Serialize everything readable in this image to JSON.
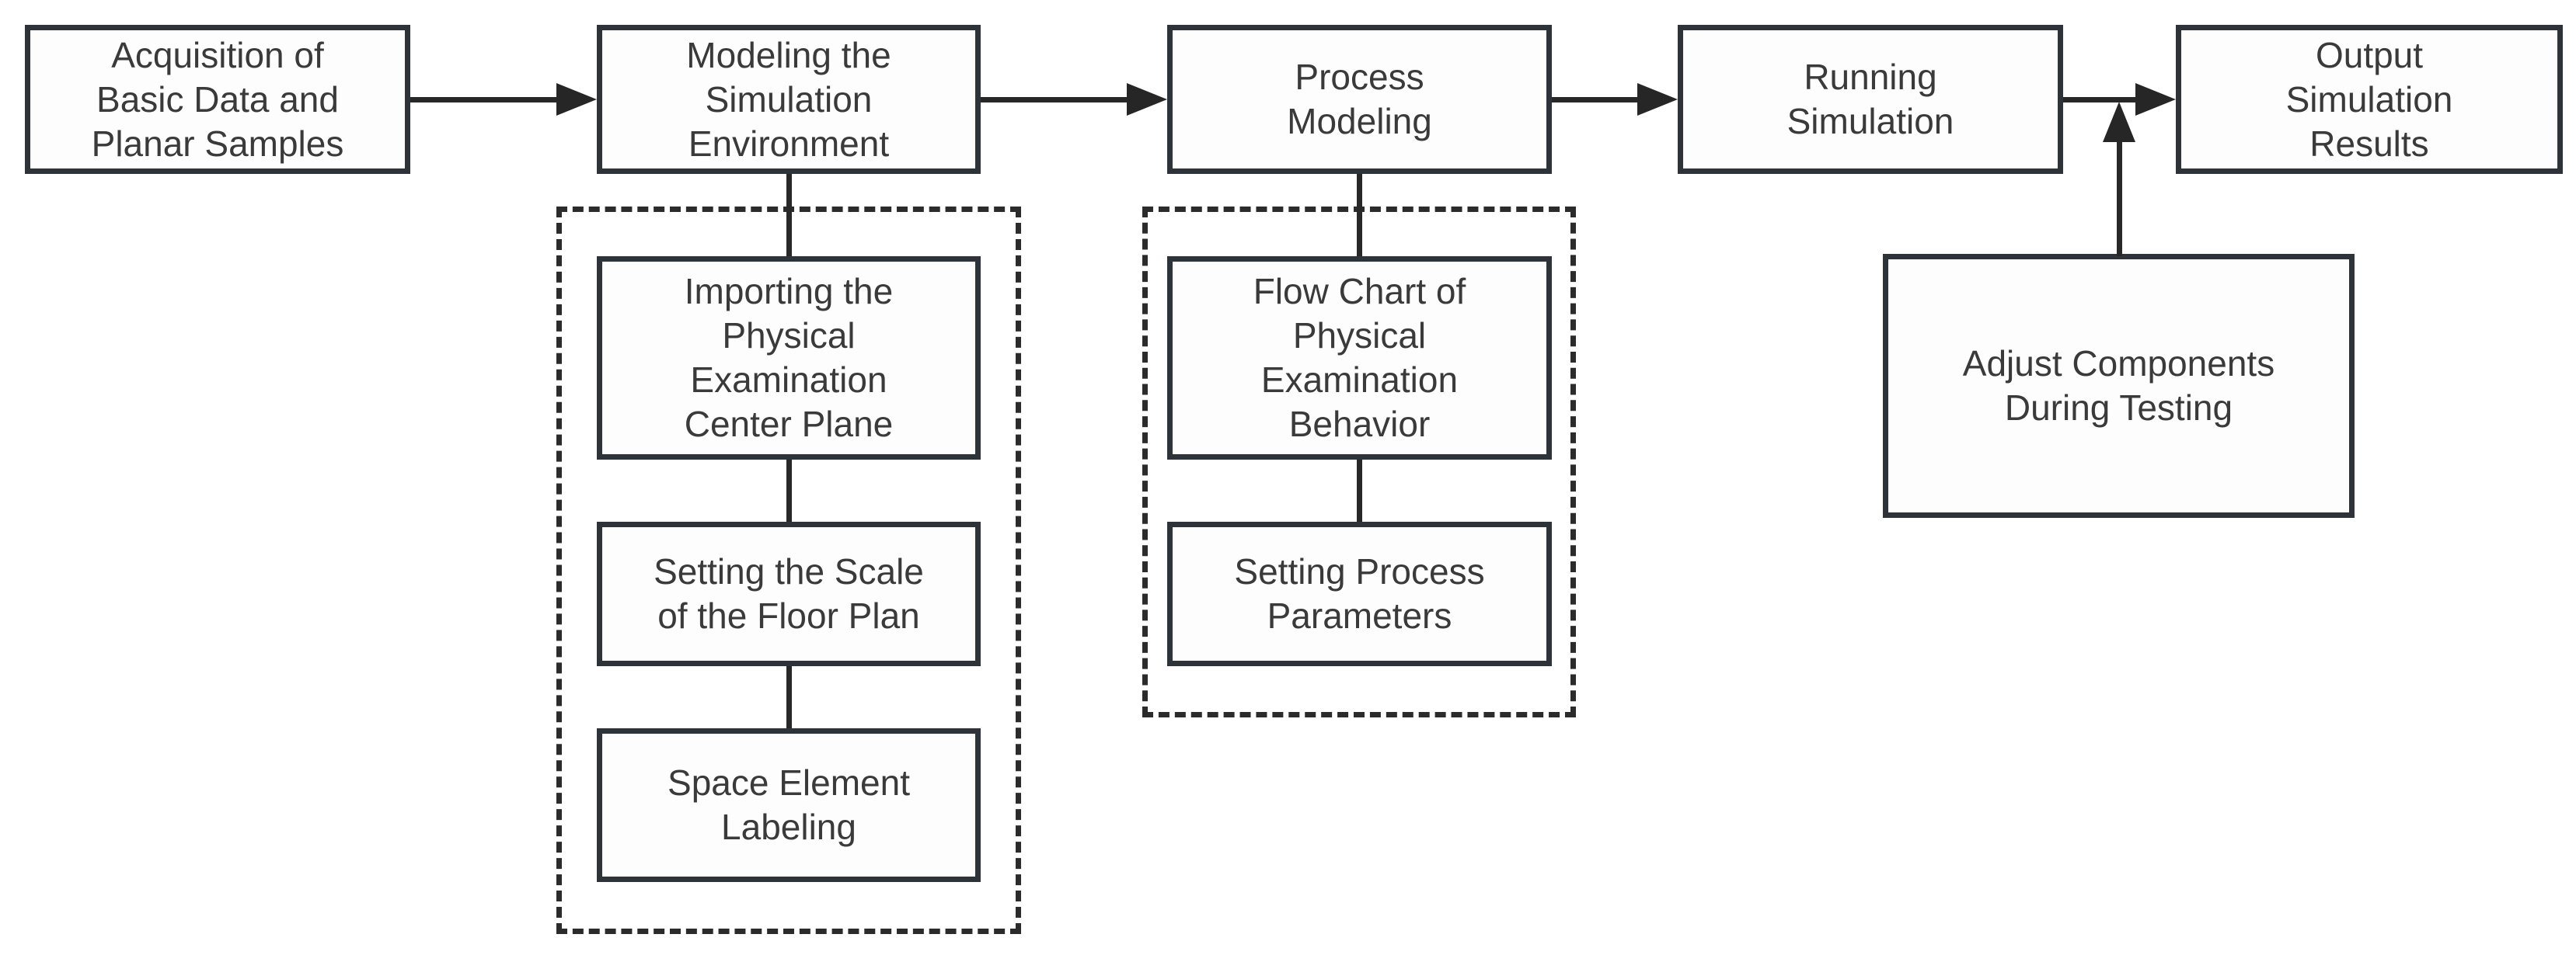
{
  "diagram": {
    "main_flow": [
      {
        "label": "Acquisition of\nBasic Data and\nPlanar Samples"
      },
      {
        "label": "Modeling the\nSimulation\nEnvironment"
      },
      {
        "label": "Process\nModeling"
      },
      {
        "label": "Running\nSimulation"
      },
      {
        "label": "Output\nSimulation\nResults"
      }
    ],
    "environment_substeps": [
      {
        "label": "Importing the\nPhysical\nExamination\nCenter Plane"
      },
      {
        "label": "Setting the Scale\nof the Floor Plan"
      },
      {
        "label": "Space Element\nLabeling"
      }
    ],
    "process_substeps": [
      {
        "label": "Flow Chart of\nPhysical\nExamination\nBehavior"
      },
      {
        "label": "Setting Process\nParameters"
      }
    ],
    "feedback": {
      "label": "Adjust Components\nDuring Testing"
    },
    "colors": {
      "line": "#282828",
      "box_border": "#2d3339",
      "text": "#3a3a3a",
      "background": "#ffffff"
    }
  }
}
